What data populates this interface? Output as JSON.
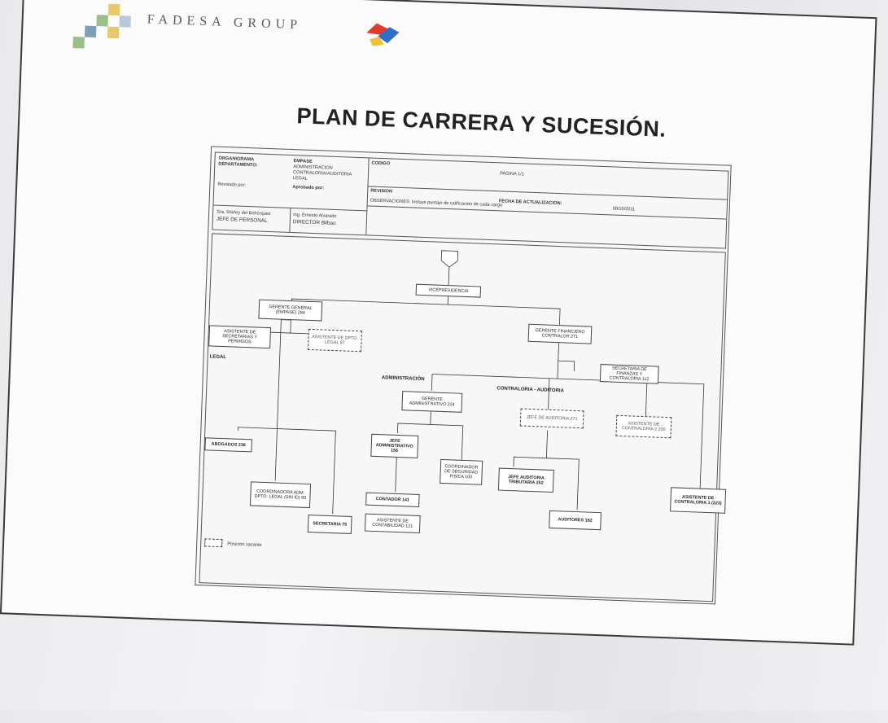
{
  "brand": {
    "name": "FADESA GROUP",
    "square_colors": [
      "#e8c86a",
      "#9bbf8a",
      "#b9c9d8",
      "#7f9fb8"
    ],
    "mark_colors": [
      "#e23a2a",
      "#2e6fc7",
      "#f0c23a"
    ]
  },
  "slide": {
    "title": "PLAN DE CARRERA Y SUCESIÓN."
  },
  "doc_header": {
    "organigrama_label": "ORGANIGRAMA",
    "departamento_label": "DEPARTAMENTO:",
    "empresa": "EMPASE",
    "departamento_value": [
      "ADMINISTRACION",
      "CONTRALORIA/AUDITORIA",
      "LEGAL"
    ],
    "revisado_label": "Revisado por:",
    "aprobado_label": "Aprobado por:",
    "revisado_name": "Sra. Shirley del Bohórquez",
    "revisado_title": "JEFE DE PERSONAL",
    "aprobado_name": "Ing. Ernesto Alvarado",
    "aprobado_title": "DIRECTOR Bilbao",
    "codigo_label": "CODIGO",
    "pagina_label": "PAGINA 1/1",
    "revision_label": "REVISION",
    "fecha_label": "FECHA DE ACTUALIZACION:",
    "fecha_value": "08/10/2011",
    "observaciones": "OBSERVACIONES: Incluye puntaje de calificación de cada cargo"
  },
  "org": {
    "vicepresidencia": "VICEPRESIDENCIA",
    "gerente_general": "GERENTE GENERAL (EMPASE) 284",
    "gerente_financiero": "GERENTE FINANCIERO CONTRALOR 271",
    "asist_secretaria": "ASISTENTE DE SECRETARIAS Y PERMISOS",
    "asist_dpto_legal": "ASISTENTE DE DPTO. LEGAL 87",
    "secretaria_finanzas": "SECRETARIA DE FINANZAS Y CONTRALORIA 112",
    "legal_label": "LEGAL",
    "administracion_label": "ADMINISTRACIÓN",
    "contraloria_label": "CONTRALORIA - AUDITORIA",
    "gerente_admin": "GERENTE ADMINISTRATIVO 224",
    "jefe_auditoria": "JEFE DE AUDITORIA 271",
    "asist_contraloria2": "ASISTENTE DE CONTRALORIA 2 200",
    "jefe_admin": "JEFE ADMINISTRATIVO 156",
    "coord_seguridad": "COORDINADOR DE SEGURIDAD FISICA 100",
    "jefe_aud_tributaria": "JEFE AUDITORIA TRIBUTARIA 252",
    "asist_contraloria1": "ASISTENTE DE CONTRALORIA 1 (223)",
    "abogados": "ABOGADOS 236",
    "coordinadora_legal": "COORDINADORA ADM. DPTO. LEGAL (SIN ID) 83",
    "contador": "CONTADOR 141",
    "asist_contabilidad": "ASISTENTE DE CONTABILIDAD 121",
    "auditores": "AUDITORES 162",
    "secretaria": "SECRETARIA 75",
    "legend_vacante": "Posición vacante"
  }
}
